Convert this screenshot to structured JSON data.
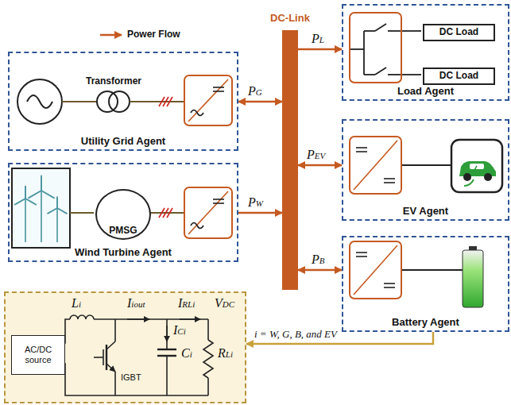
{
  "diagram": {
    "nodes": [
      {
        "text": [
          "DC-Link"
        ]
      },
      {
        "text": [
          "Utility Grid Agent"
        ]
      },
      {
        "text": [
          "Load Agent"
        ]
      },
      {
        "text": [
          "DC Load"
        ],
        "in": 2
      },
      {
        "text": [
          "DC Load"
        ],
        "in": 2
      },
      {
        "text": [
          "Wind Turbine Agent"
        ]
      },
      {
        "text": [
          "PMSG"
        ],
        "in": 5
      },
      {
        "text": [
          "EV Agent"
        ]
      },
      {
        "text": [
          "Battery Agent"
        ]
      },
      {
        "text": [
          "Li",
          "Iiout",
          "IRLi",
          "VDC",
          "ICi",
          "Ci",
          "RLi",
          "IGBT"
        ]
      },
      {
        "text": [
          "AC/DC source"
        ],
        "in": 9
      }
    ],
    "edges": [
      {
        "from": 1,
        "to": 0,
        "arrow": "both",
        "label": "PG"
      },
      {
        "from": 5,
        "to": 0,
        "arrow": "to",
        "label": "PW"
      },
      {
        "from": 0,
        "to": 2,
        "arrow": "to",
        "label": "PL"
      },
      {
        "from": 0,
        "to": 7,
        "arrow": "both",
        "label": "PEV"
      },
      {
        "from": 0,
        "to": 8,
        "arrow": "both",
        "label": "PB"
      },
      {
        "from": 8,
        "to": 9,
        "arrow": "to",
        "label": "i = W, G, B, and EV"
      }
    ],
    "labels": [
      "Transformer"
    ],
    "legend": [
      {
        "text": "Power Flow"
      }
    ]
  }
}
